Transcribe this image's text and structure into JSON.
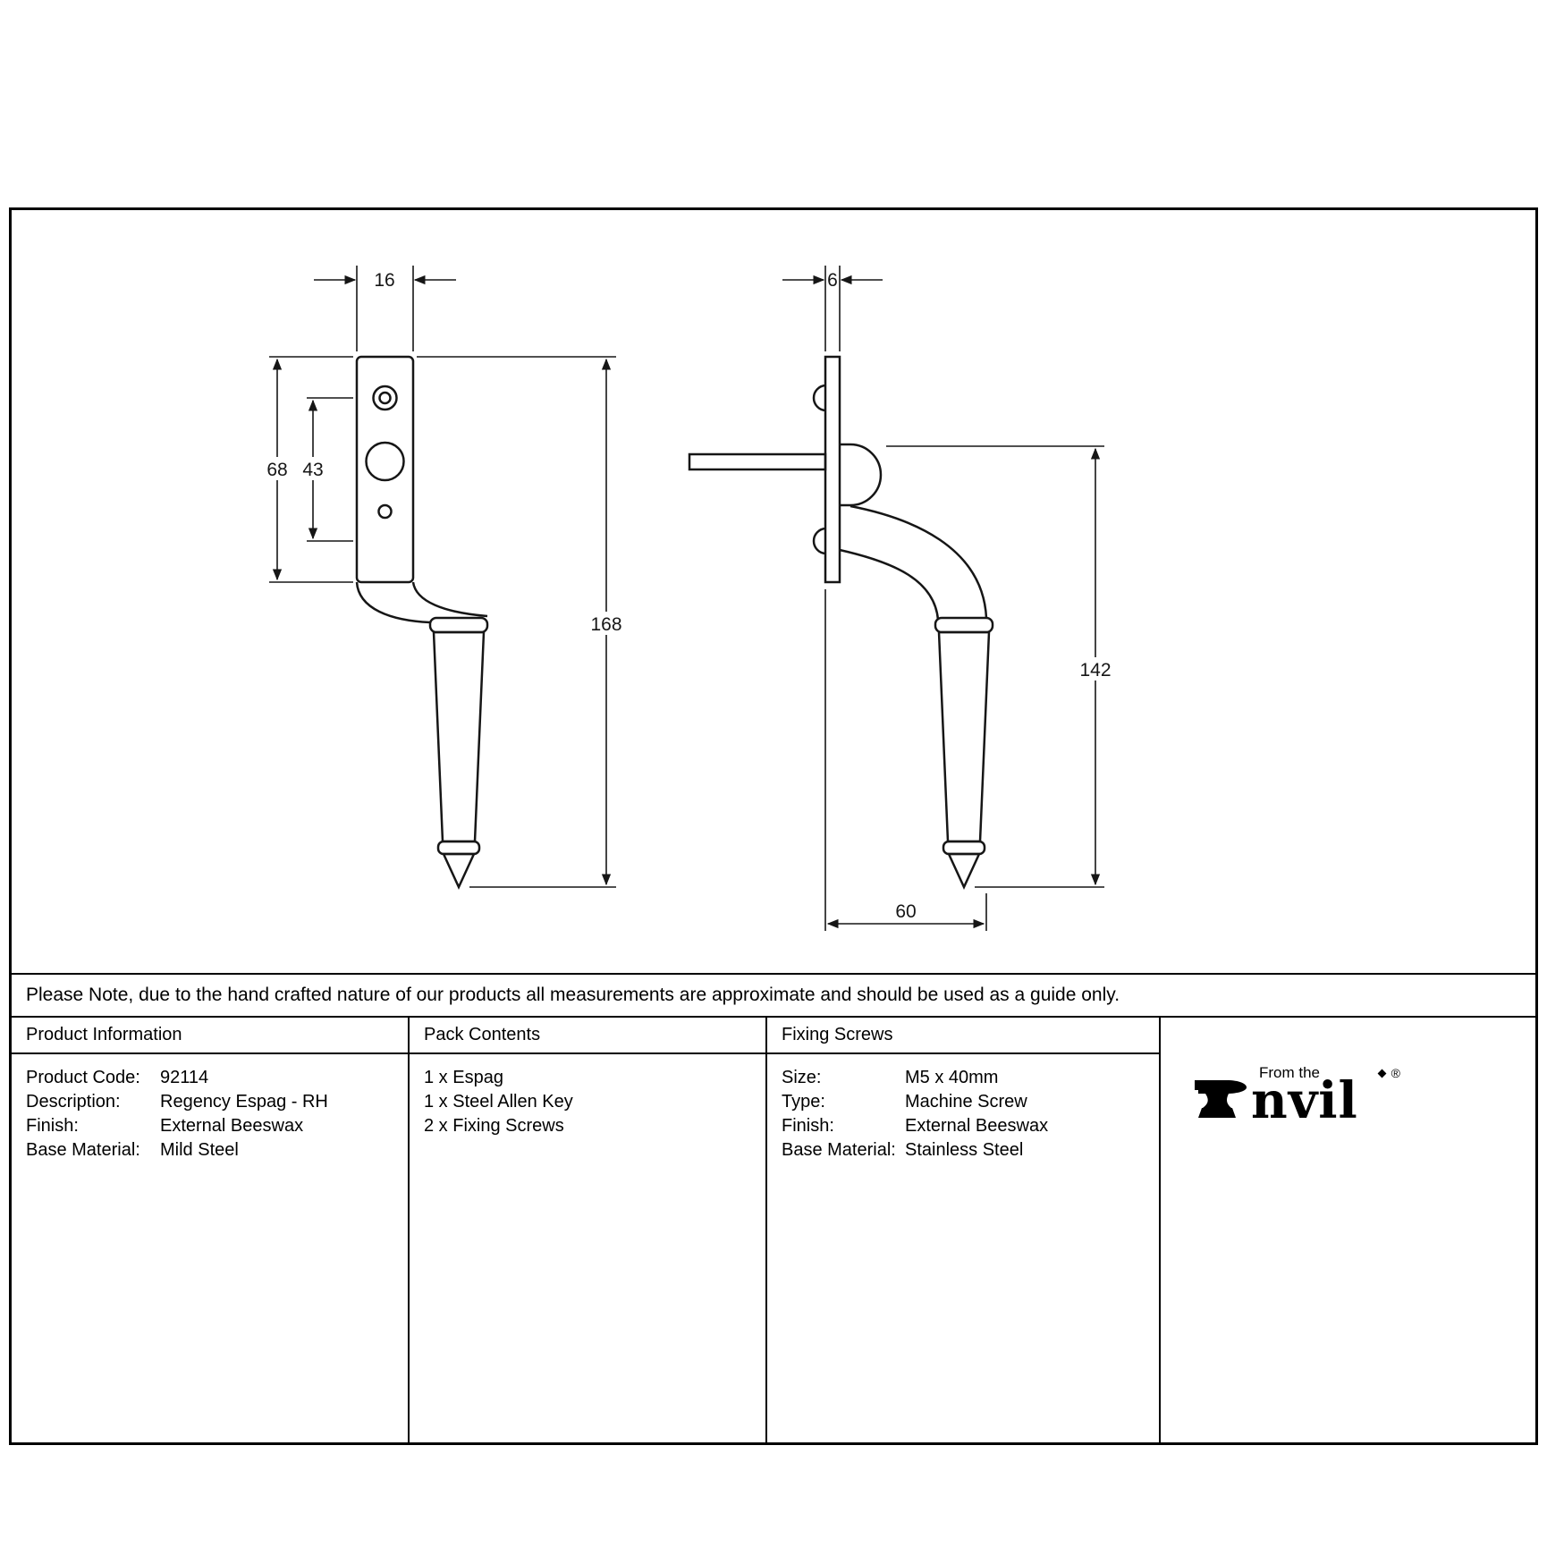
{
  "note": "Please Note, due to the hand crafted nature of our products all measurements are approximate and should be used as a guide only.",
  "drawing": {
    "front_view": {
      "plate_width": "16",
      "plate_height": "68",
      "fixing_centres": "43",
      "overall_height": "168"
    },
    "side_view": {
      "plate_thickness": "6",
      "handle_height": "142",
      "projection": "60"
    }
  },
  "table": {
    "product_information": {
      "header": "Product Information",
      "rows": [
        {
          "label": "Product Code:",
          "value": "92114"
        },
        {
          "label": "Description:",
          "value": "Regency Espag - RH"
        },
        {
          "label": "Finish:",
          "value": "External Beeswax"
        },
        {
          "label": "Base Material:",
          "value": "Mild Steel"
        }
      ]
    },
    "pack_contents": {
      "header": "Pack Contents",
      "items": [
        "1 x Espag",
        "1 x Steel Allen Key",
        "2 x Fixing Screws"
      ]
    },
    "fixing_screws": {
      "header": "Fixing Screws",
      "rows": [
        {
          "label": "Size:",
          "value": "M5 x 40mm"
        },
        {
          "label": "Type:",
          "value": "Machine Screw"
        },
        {
          "label": "Finish:",
          "value": "External Beeswax"
        },
        {
          "label": "Base Material:",
          "value": "Stainless Steel"
        }
      ]
    }
  },
  "logo": {
    "from_the": "From the",
    "brand": "Anvil",
    "brand_tail": "nvil",
    "registered": "®"
  }
}
